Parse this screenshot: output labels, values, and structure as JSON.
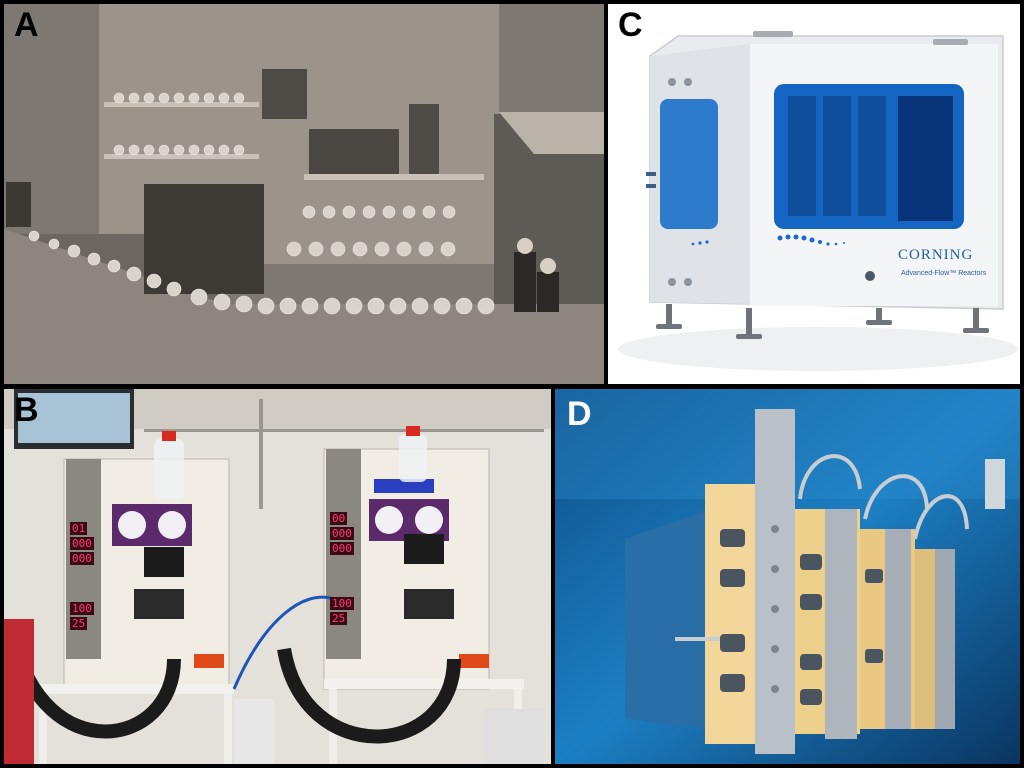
{
  "panels": {
    "a": {
      "label": "A"
    },
    "b": {
      "label": "B",
      "displays_left": [
        "01",
        "000",
        "000",
        "100",
        "25"
      ],
      "displays_right": [
        "00",
        "000",
        "000",
        "100",
        "25"
      ]
    },
    "c": {
      "label": "C",
      "brand": "CORNING",
      "product": "Advanced-Flow™ Reactors"
    },
    "d": {
      "label": "D"
    }
  },
  "colors": {
    "separator": "#000000",
    "reactor_blue": "#1f6fd6",
    "panel_d_glow": "#f3d79a"
  }
}
